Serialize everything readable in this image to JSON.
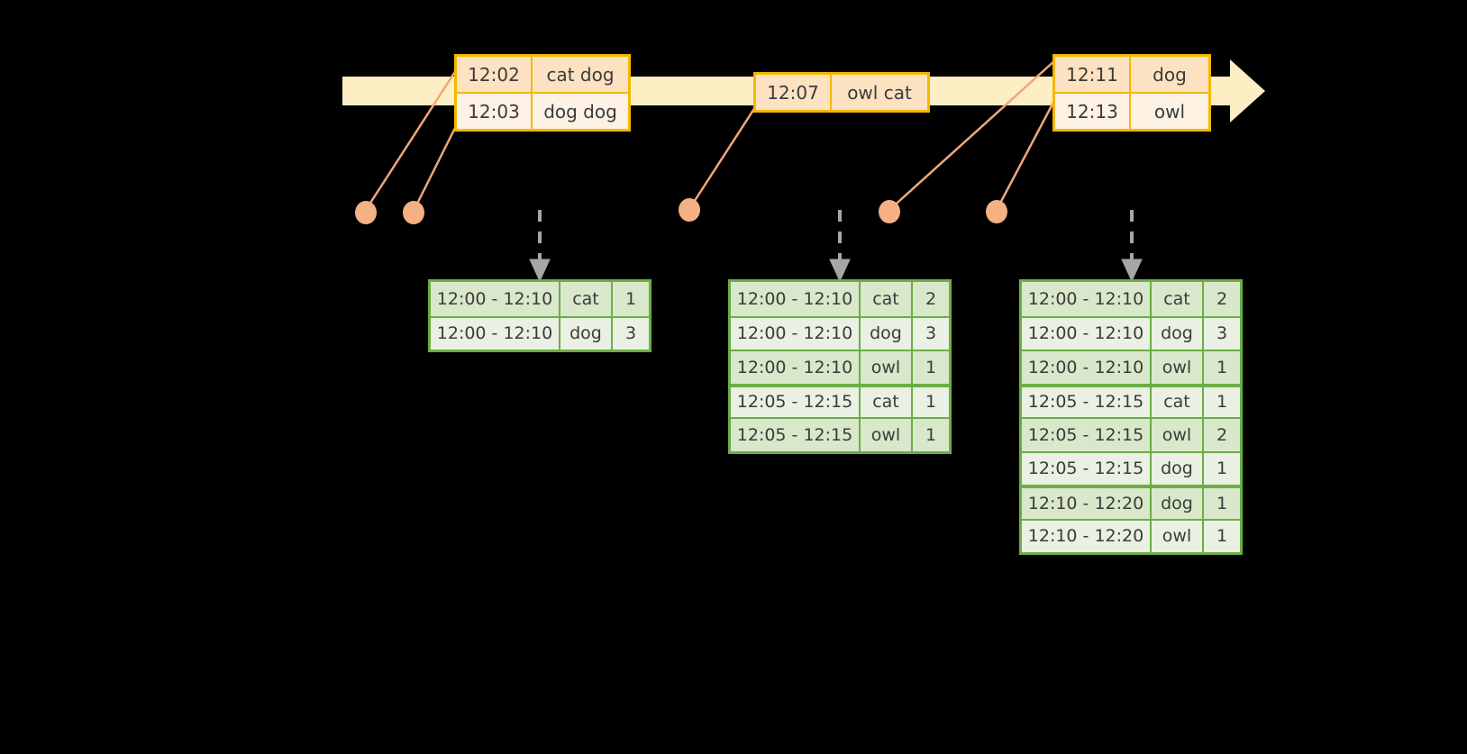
{
  "diagram": {
    "title": "windowed-word-count-stream-diagram",
    "colors": {
      "background": "#000000",
      "timeline_bar": "#fdeec4",
      "timeline_border": "#f5b800",
      "event_shade_dark": "#fde2c2",
      "event_shade_light": "#fdf2e4",
      "dot": "#f5b183",
      "connector": "#f0a878",
      "table_border": "#6aae44",
      "table_shade_dark": "#d9e7cb",
      "table_shade_light": "#eaf0e3",
      "arrow_gray": "#a6a6a6"
    }
  },
  "timeline": {
    "name": "event-stream-timeline",
    "event_groups": [
      {
        "id": "group-1",
        "rows": [
          {
            "time": "12:02",
            "value": "cat dog"
          },
          {
            "time": "12:03",
            "value": "dog dog"
          }
        ]
      },
      {
        "id": "group-2",
        "rows": [
          {
            "time": "12:07",
            "value": "owl cat"
          }
        ]
      },
      {
        "id": "group-3",
        "rows": [
          {
            "time": "12:11",
            "value": "dog"
          },
          {
            "time": "12:13",
            "value": "owl"
          }
        ]
      }
    ]
  },
  "results": [
    {
      "id": "result-table-1",
      "rows": [
        {
          "window": "12:00 - 12:10",
          "key": "cat",
          "count": "1",
          "group": 0
        },
        {
          "window": "12:00 - 12:10",
          "key": "dog",
          "count": "3",
          "group": 0
        }
      ]
    },
    {
      "id": "result-table-2",
      "rows": [
        {
          "window": "12:00 - 12:10",
          "key": "cat",
          "count": "2",
          "group": 0
        },
        {
          "window": "12:00 - 12:10",
          "key": "dog",
          "count": "3",
          "group": 0
        },
        {
          "window": "12:00 - 12:10",
          "key": "owl",
          "count": "1",
          "group": 0
        },
        {
          "window": "12:05 - 12:15",
          "key": "cat",
          "count": "1",
          "group": 1
        },
        {
          "window": "12:05 - 12:15",
          "key": "owl",
          "count": "1",
          "group": 1
        }
      ]
    },
    {
      "id": "result-table-3",
      "rows": [
        {
          "window": "12:00 - 12:10",
          "key": "cat",
          "count": "2",
          "group": 0
        },
        {
          "window": "12:00 - 12:10",
          "key": "dog",
          "count": "3",
          "group": 0
        },
        {
          "window": "12:00 - 12:10",
          "key": "owl",
          "count": "1",
          "group": 0
        },
        {
          "window": "12:05 - 12:15",
          "key": "cat",
          "count": "1",
          "group": 1
        },
        {
          "window": "12:05 - 12:15",
          "key": "owl",
          "count": "2",
          "group": 1
        },
        {
          "window": "12:05 - 12:15",
          "key": "dog",
          "count": "1",
          "group": 1
        },
        {
          "window": "12:10 - 12:20",
          "key": "dog",
          "count": "1",
          "group": 2
        },
        {
          "window": "12:10 - 12:20",
          "key": "owl",
          "count": "1",
          "group": 2
        }
      ]
    }
  ]
}
